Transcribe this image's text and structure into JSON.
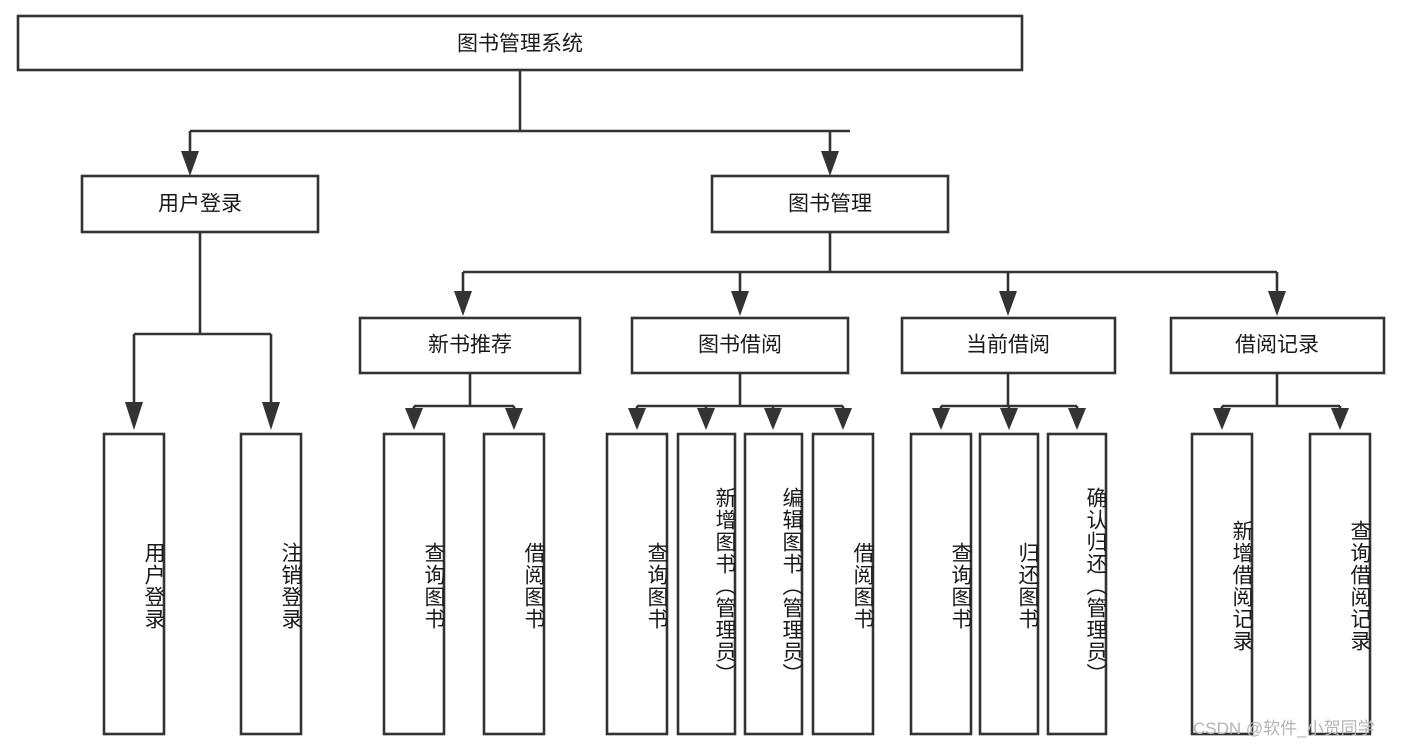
{
  "diagram": {
    "type": "tree-hierarchy",
    "title": "图书管理系统",
    "root": {
      "id": "root",
      "label": "图书管理系统",
      "level": 0
    },
    "level1": [
      {
        "id": "user-login",
        "label": "用户登录"
      },
      {
        "id": "book-manage",
        "label": "图书管理"
      }
    ],
    "level2": [
      {
        "id": "new-book-recommend",
        "label": "新书推荐",
        "parent": "book-manage"
      },
      {
        "id": "book-borrow",
        "label": "图书借阅",
        "parent": "book-manage"
      },
      {
        "id": "current-borrow",
        "label": "当前借阅",
        "parent": "book-manage"
      },
      {
        "id": "borrow-record",
        "label": "借阅记录",
        "parent": "book-manage"
      }
    ],
    "leaves": [
      {
        "id": "leaf-user-login",
        "label": "用户登录",
        "parent": "user-login"
      },
      {
        "id": "leaf-logout-login",
        "label": "注销登录",
        "parent": "user-login"
      },
      {
        "id": "leaf-query-book-1",
        "label": "查询图书",
        "parent": "new-book-recommend"
      },
      {
        "id": "leaf-borrow-book-1",
        "label": "借阅图书",
        "parent": "new-book-recommend"
      },
      {
        "id": "leaf-query-book-2",
        "label": "查询图书",
        "parent": "book-borrow"
      },
      {
        "id": "leaf-add-book",
        "label": "新增图书（管理员）",
        "parent": "book-borrow"
      },
      {
        "id": "leaf-edit-book",
        "label": "编辑图书（管理员）",
        "parent": "book-borrow"
      },
      {
        "id": "leaf-borrow-book-2",
        "label": "借阅图书",
        "parent": "book-borrow"
      },
      {
        "id": "leaf-query-book-3",
        "label": "查询图书",
        "parent": "current-borrow"
      },
      {
        "id": "leaf-return-book",
        "label": "归还图书",
        "parent": "current-borrow"
      },
      {
        "id": "leaf-confirm-return",
        "label": "确认归还（管理员）",
        "parent": "current-borrow"
      },
      {
        "id": "leaf-add-record",
        "label": "新增借阅记录",
        "parent": "borrow-record"
      },
      {
        "id": "leaf-query-record",
        "label": "查询借阅记录",
        "parent": "borrow-record"
      }
    ],
    "watermark": "CSDN @软件_小贺同学",
    "colors": {
      "stroke": "#333333",
      "box_fill": "#ffffff",
      "text": "#1a1a1a",
      "background": "#ffffff",
      "watermark": "#b4b4b4"
    }
  }
}
